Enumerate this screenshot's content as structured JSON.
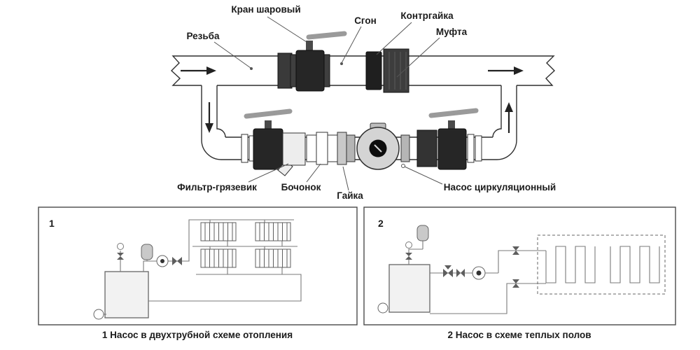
{
  "main_diagram": {
    "labels": {
      "ball_valve": "Кран шаровый",
      "sgon": "Сгон",
      "locknut": "Контргайка",
      "coupling": "Муфта",
      "thread": "Резьба",
      "filter": "Фильтр-грязевик",
      "barrel": "Бочонок",
      "nut": "Гайка",
      "pump": "Насос циркуляционный"
    }
  },
  "schemes": [
    {
      "number": "1",
      "caption": "1 Насос в двухтрубной схеме отопления"
    },
    {
      "number": "2",
      "caption": "2 Насос в схеме теплых полов"
    }
  ],
  "colors": {
    "pipe_stroke": "#2f2f2f",
    "fitting_dark": "#2e2e2e",
    "handle_gray": "#9a9a9a",
    "scheme_line": "#7a7a7a"
  }
}
